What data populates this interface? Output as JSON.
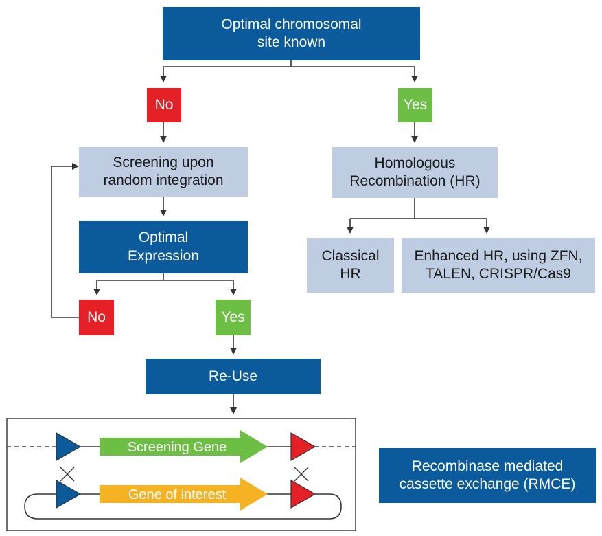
{
  "nodes": {
    "top": "Optimal chromosomal\nsite known",
    "no_left": "No",
    "yes_right": "Yes",
    "screening": "Screening upon\nrandom integration",
    "homologous": "Homologous\nRecombination (HR)",
    "optimal_expression": "Optimal\nExpression",
    "classical": "Classical\nHR",
    "enhanced": "Enhanced HR, using ZFN,\nTALEN, CRISPR/Cas9",
    "no_loop": "No",
    "yes_bottom": "Yes",
    "reuse": "Re-Use",
    "rmce": "Recombinase mediated\ncassette exchange (RMCE)"
  },
  "cassette": {
    "screening_gene": "Screening Gene",
    "gene_of_interest": "Gene of interest"
  },
  "colors": {
    "dark_blue": "#0b5a9c",
    "light_blue": "#bfcde3",
    "red": "#e52026",
    "green": "#6cbf44",
    "orange": "#f5b324",
    "triangle_blue": "#0b5a9c",
    "triangle_red": "#e52026"
  }
}
